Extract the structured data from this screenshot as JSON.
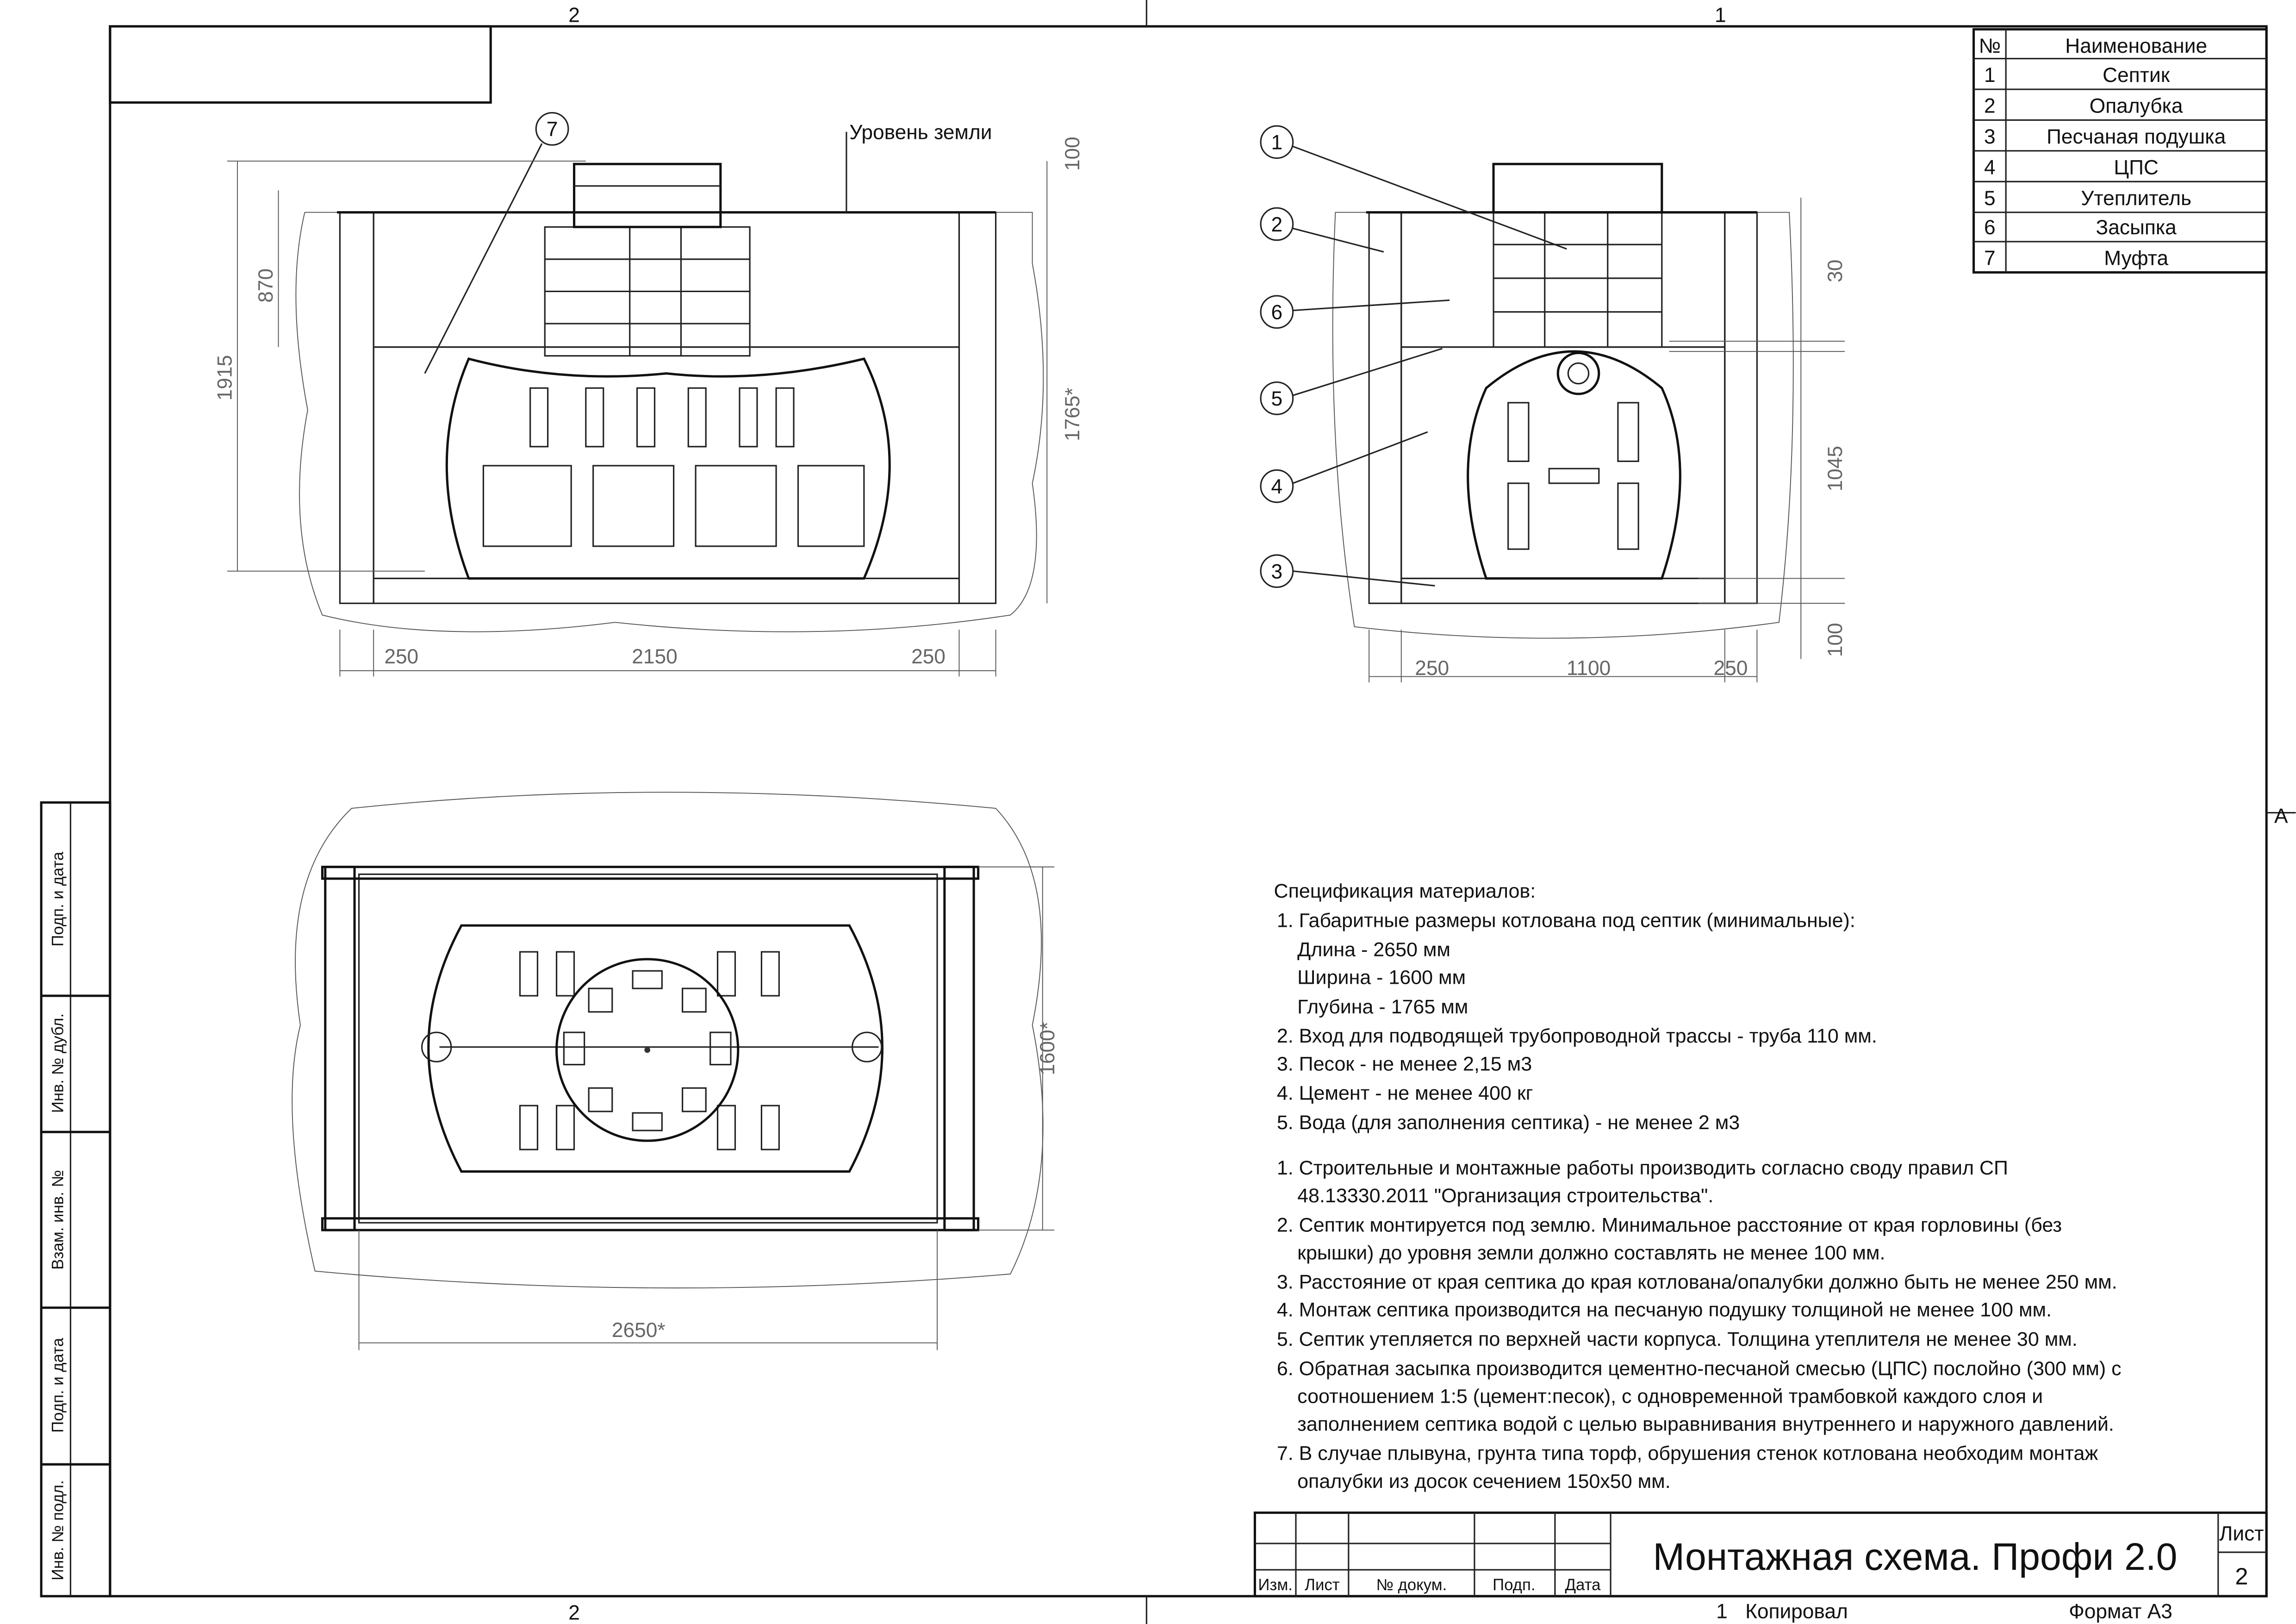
{
  "sheet": {
    "zone_top_left": "2",
    "zone_top_right": "1",
    "zone_bottom_left": "2",
    "zone_right": "A",
    "footer_copied_mark": "1",
    "footer_copied": "Копировал",
    "footer_format": "Формат А3"
  },
  "stamp_strip": [
    "Подп. и дата",
    "Инв. № дубл.",
    "Взам. инв. №",
    "Подп. и дата",
    "Инв. № подл."
  ],
  "legend": {
    "header_num": "№",
    "header_name": "Наименование",
    "items": [
      {
        "num": "1",
        "name": "Септик"
      },
      {
        "num": "2",
        "name": "Опалубка"
      },
      {
        "num": "3",
        "name": "Песчаная подушка"
      },
      {
        "num": "4",
        "name": "ЦПС"
      },
      {
        "num": "5",
        "name": "Утеплитель"
      },
      {
        "num": "6",
        "name": "Засыпка"
      },
      {
        "num": "7",
        "name": "Муфта"
      }
    ]
  },
  "side_section": {
    "ground_label": "Уровень земли",
    "callout": "7",
    "dims": {
      "total_height": "1915",
      "top_height": "870",
      "top_gap": "100",
      "pit_depth": "1765*",
      "left": "250",
      "middle": "2150",
      "right": "250"
    }
  },
  "front_section": {
    "callouts": [
      "1",
      "2",
      "6",
      "5",
      "4",
      "3"
    ],
    "dims": {
      "insulation": "30",
      "height": "1045",
      "bottom": "100",
      "left": "250",
      "middle": "1100",
      "right": "250"
    }
  },
  "plan": {
    "dims": {
      "width": "1600*",
      "length": "2650*"
    }
  },
  "spec": {
    "title": "Спецификация материалов:",
    "materials": [
      "1. Габаритные размеры котлована под септик (минимальные):",
      "Длина - 2650  мм",
      "Ширина - 1600  мм",
      "Глубина - 1765  мм",
      "2. Вход для подводящей трубопроводной трассы - труба 110 мм.",
      "3. Песок - не менее 2,15 м3",
      "4. Цемент - не менее 400 кг",
      "5. Вода (для заполнения септика) - не менее 2 м3"
    ],
    "notes": [
      "1. Строительные и монтажные работы производить согласно своду правил СП",
      "48.13330.2011 \"Организация строительства\".",
      "2. Септик монтируется под землю. Минимальное расстояние от края горловины (без",
      "крышки) до уровня земли должно составлять не менее 100 мм.",
      "3. Расстояние от края септика до края котлована/опалубки должно быть не менее 250 мм.",
      "4. Монтаж септика производится на песчаную подушку толщиной не менее 100 мм.",
      "5. Септик утепляется по верхней части корпуса. Толщина утеплителя не менее 30 мм.",
      "6. Обратная засыпка производится цементно-песчаной смесью (ЦПС) послойно (300 мм) с",
      "соотношением 1:5 (цемент:песок), с одновременной трамбовкой каждого слоя и",
      "заполнением септика водой с целью выравнивания внутреннего и наружного давлений.",
      "7. В случае плывуна, грунта типа торф, обрушения стенок котлована необходим монтаж",
      "опалубки из досок сечением 150х50 мм."
    ]
  },
  "title_block": {
    "title": "Монтажная схема. Профи 2.0",
    "sheet_label": "Лист",
    "sheet_num": "2",
    "cols": [
      "Изм.",
      "Лист",
      "№ докум.",
      "Подп.",
      "Дата"
    ]
  }
}
